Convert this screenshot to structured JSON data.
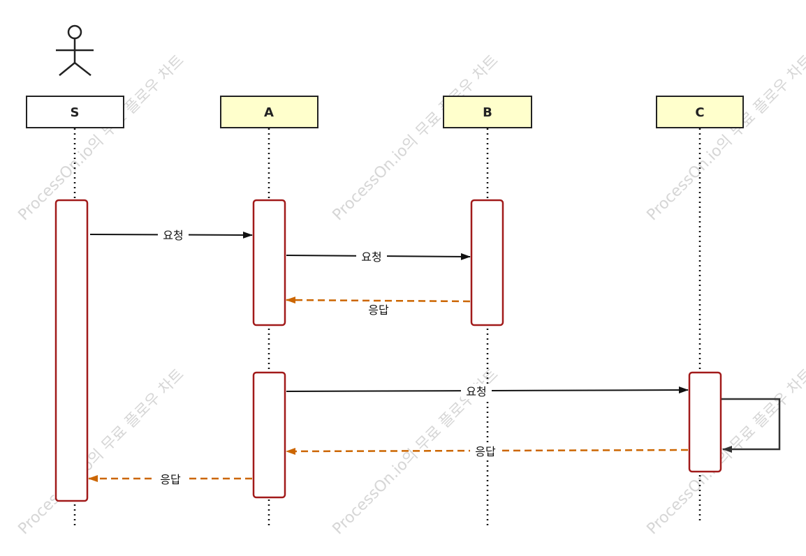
{
  "colors": {
    "actor_box_fill": "#ffffff",
    "participant_fill": "#ffffcc",
    "box_stroke": "#222222",
    "activation_stroke": "#a11a1a",
    "request_arrow": "#111111",
    "response_arrow": "#cc6600",
    "self_loop": "#333333",
    "watermark": "#d6d6d6"
  },
  "watermark": "ProcessOn.io의 무료 플로우 차트",
  "participants": [
    {
      "id": "S",
      "label": "S",
      "kind": "actor"
    },
    {
      "id": "A",
      "label": "A",
      "kind": "participant"
    },
    {
      "id": "B",
      "label": "B",
      "kind": "participant"
    },
    {
      "id": "C",
      "label": "C",
      "kind": "participant"
    }
  ],
  "messages": [
    {
      "from": "S",
      "to": "A",
      "label": "요청",
      "type": "request"
    },
    {
      "from": "A",
      "to": "B",
      "label": "요청",
      "type": "request"
    },
    {
      "from": "B",
      "to": "A",
      "label": "응답",
      "type": "response"
    },
    {
      "from": "A",
      "to": "C",
      "label": "요청",
      "type": "request"
    },
    {
      "from": "C",
      "to": "C",
      "label": "",
      "type": "self"
    },
    {
      "from": "C",
      "to": "A",
      "label": "응답",
      "type": "response"
    },
    {
      "from": "A",
      "to": "S",
      "label": "응답",
      "type": "response"
    }
  ]
}
